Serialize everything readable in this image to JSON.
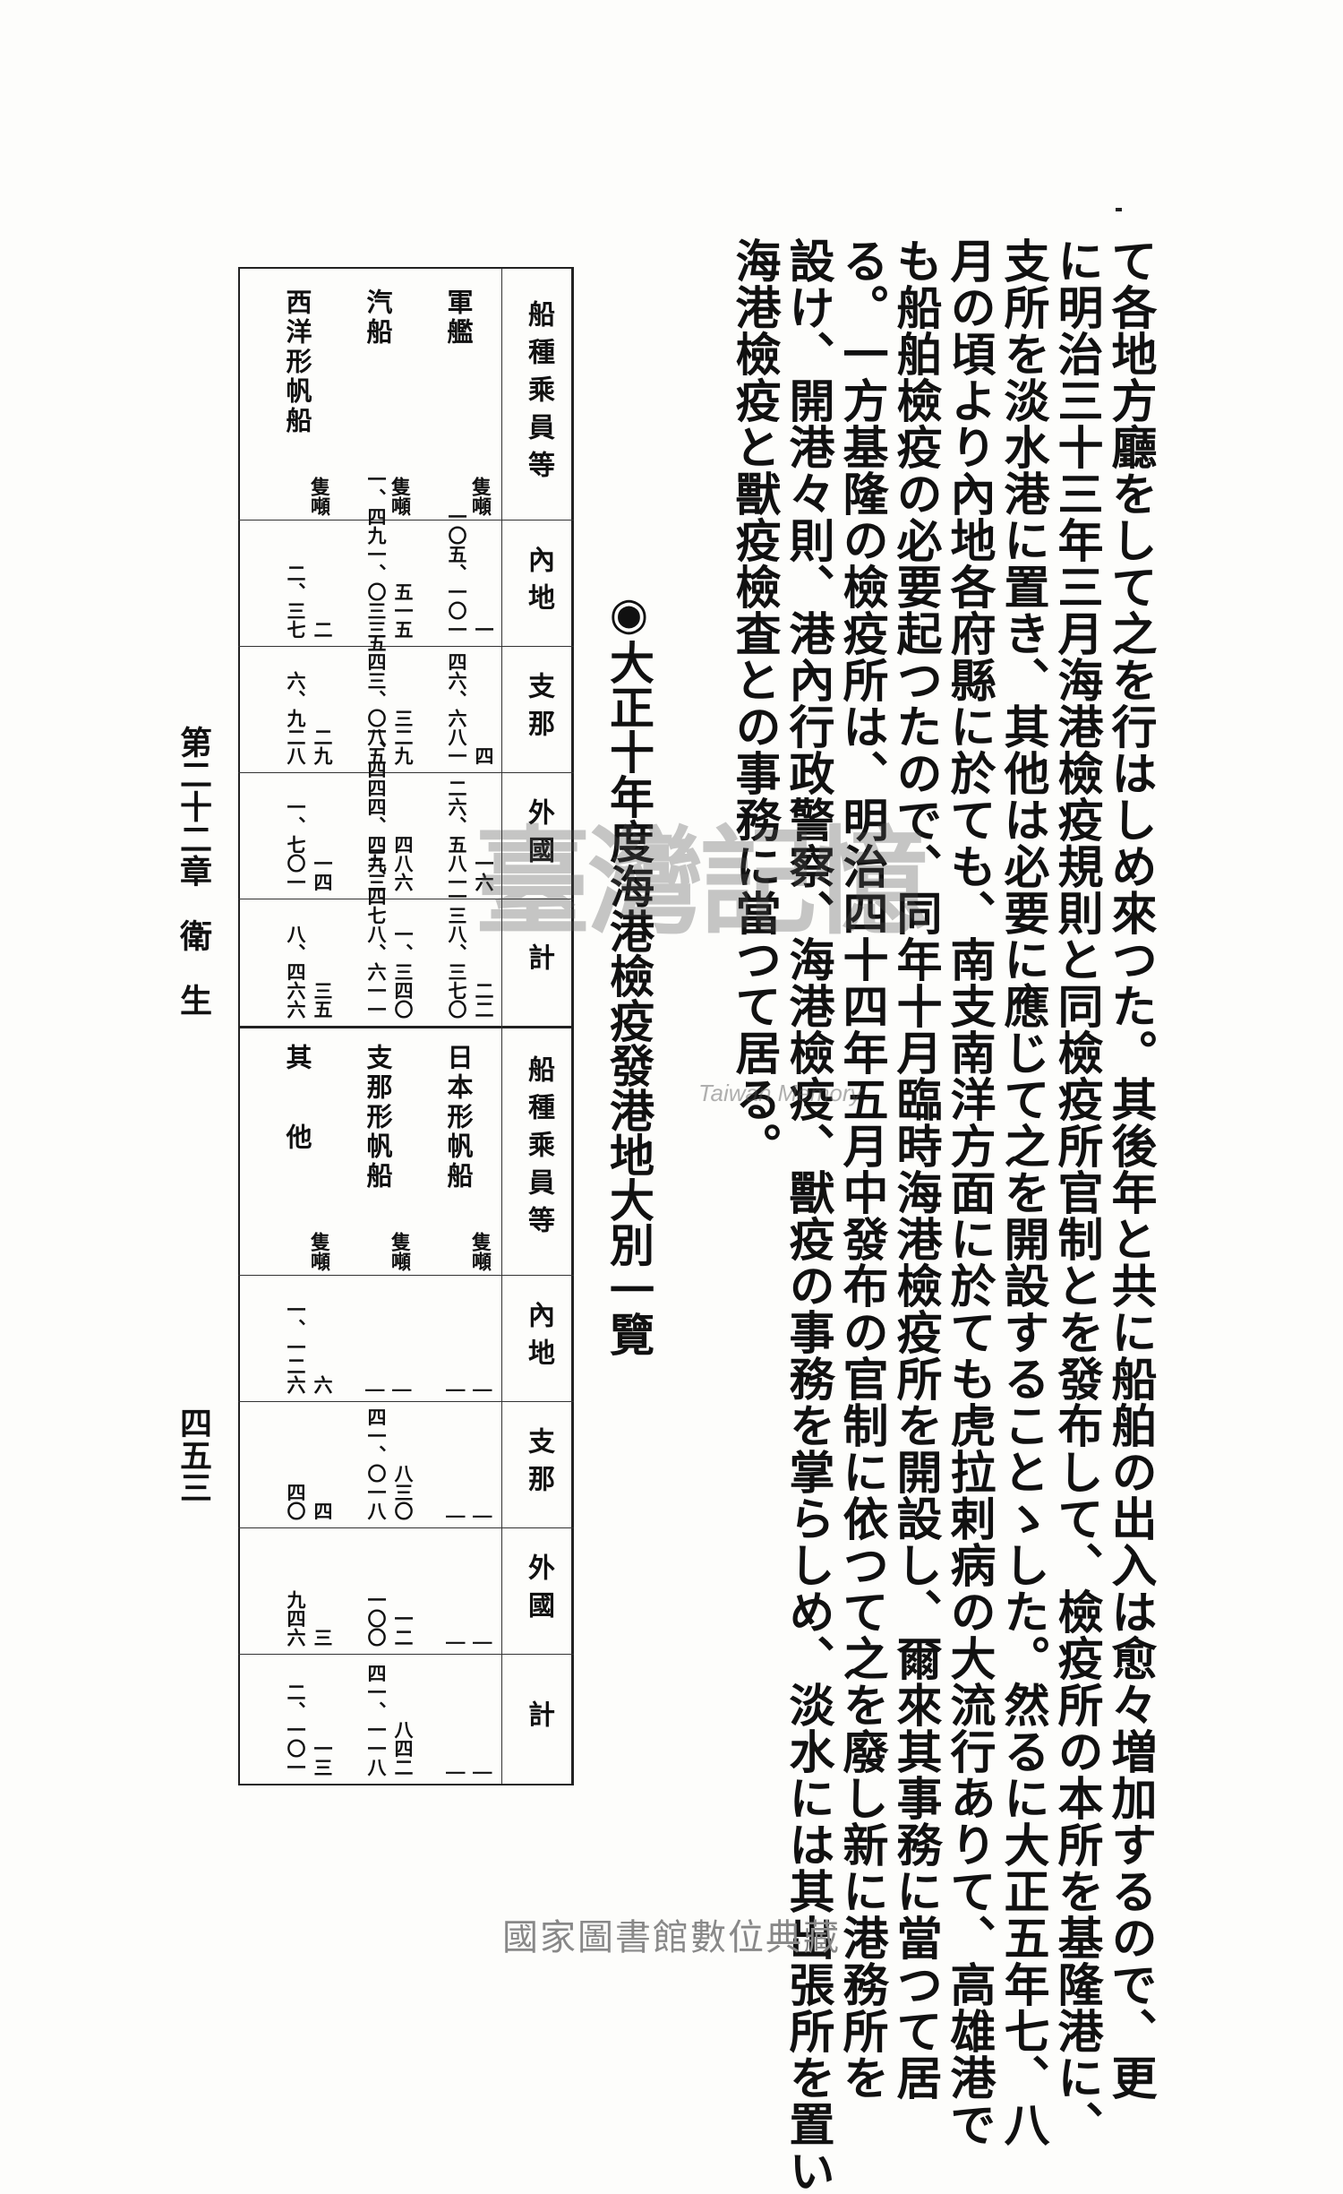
{
  "body_columns": [
    "て各地方廳をして之を行はしめ來つた。其後年と共に船舶の出入は愈々増加するので、更",
    "に明治三十三年三月海港檢疫規則と同檢疫所官制とを發布して、檢疫所の本所を基隆港に、",
    "支所を淡水港に置き、其他は必要に應じて之を開設することゝした。然るに大正五年七、八",
    "月の頃より內地各府縣に於ても、南支南洋方面に於ても虎拉剌病の大流行ありて、高雄港で",
    "も船舶檢疫の必要起つたので、同年十月臨時海港檢疫所を開設し、爾來其事務に當つて居",
    "る。一方基隆の檢疫所は、明治四十四年五月中發布の官制に依つて之を廢し新に港務所を",
    "設け、開港々則、港內行政警察、海港檢疫、獸疫の事務を掌らしめ、淡水には其出張所を置い",
    "海港檢疫と獸疫檢査との事務に當つて居る。"
  ],
  "table_title": "大正十年度海港檢疫發港地大別一覽",
  "title_mark": "◉",
  "table": {
    "header_label": "船種乘員等",
    "columns": [
      "內地",
      "支那",
      "外國",
      "計"
    ],
    "unit_vessels": "隻",
    "unit_tons": "噸",
    "top_rows": [
      {
        "name": "軍艦",
        "vessels": [
          "一",
          "四",
          "一六",
          "二二"
        ],
        "tons": [
          "一〇五、一〇一",
          "四六、六八一",
          "二六、五八一",
          "一三八、三七〇"
        ]
      },
      {
        "name": "汽船",
        "vessels": [
          "五一五",
          "三二九",
          "四八六",
          "一、三四〇"
        ],
        "tons": [
          "一、四九一、〇三三",
          "五四三、〇八五",
          "一、四四四、四九三",
          "三、四七八、六一一"
        ]
      },
      {
        "name": "西洋形帆船",
        "vessels": [
          "二",
          "二九",
          "一四",
          "三五"
        ],
        "tons": [
          "二、三七",
          "六、九二八",
          "一、七〇一",
          "八、四六六"
        ]
      }
    ],
    "bottom_rows": [
      {
        "name": "日本形帆船",
        "vessels": [
          "|",
          "|",
          "|",
          "|"
        ],
        "tons": [
          "|",
          "|",
          "|",
          "|"
        ]
      },
      {
        "name": "支那形帆船",
        "vessels": [
          "|",
          "八三〇",
          "一二",
          "八四二"
        ],
        "tons": [
          "|",
          "四一、〇一八",
          "一〇〇",
          "四一、一一八"
        ]
      },
      {
        "name": "其他",
        "vessels": [
          "六",
          "四",
          "三",
          "一三"
        ],
        "tons": [
          "一、一二六",
          "四〇",
          "九四六",
          "二、一〇一"
        ]
      }
    ]
  },
  "chapter_rail": "第二十二章　衛　生",
  "page_number": "四五三",
  "watermark_cjk": "臺灣記憶",
  "watermark_en": "Taiwan Memory",
  "footer": "國家圖書館數位典藏"
}
